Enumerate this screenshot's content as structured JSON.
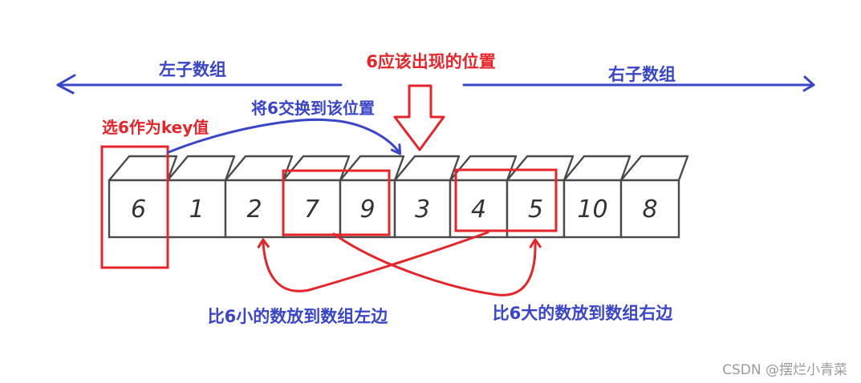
{
  "labels": {
    "left_subarray": "左子数组",
    "right_subarray": "右子数组",
    "pivot_position": "6应该出现的位置",
    "swap_to_position": "将6交换到该位置",
    "select_pivot": "选6作为key值",
    "smaller_to_left": "比6小的数放到数组左边",
    "larger_to_right": "比6大的数放到数组右边"
  },
  "array": {
    "values": [
      "6",
      "1",
      "2",
      "7",
      "9",
      "3",
      "4",
      "5",
      "10",
      "8"
    ]
  },
  "watermark": "CSDN @摆烂小青菜",
  "colors": {
    "blue": "#3a46c8",
    "red": "#e5252a",
    "cell_stroke": "#4a4a4a",
    "watermark": "#9a9a9a"
  }
}
